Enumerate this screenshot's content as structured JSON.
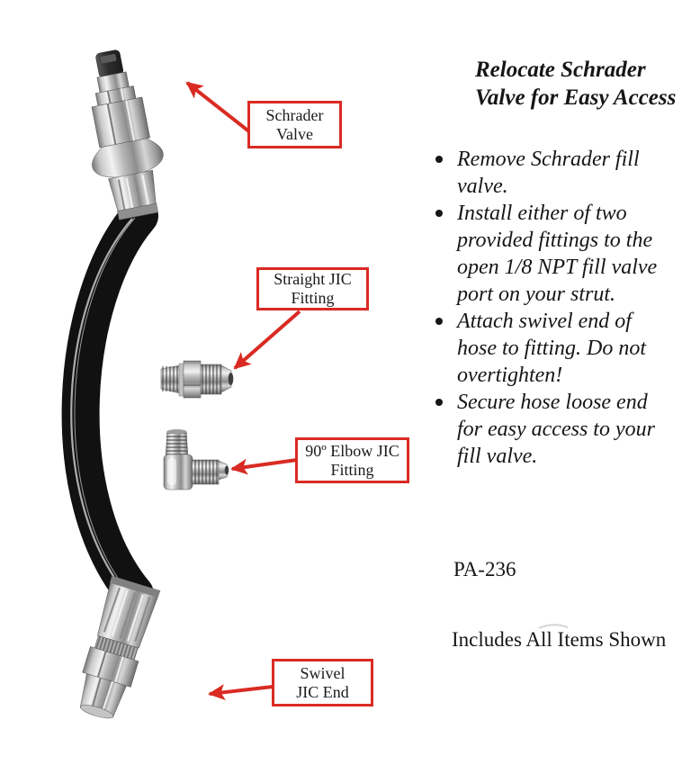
{
  "colors": {
    "accent_red": "#d92b23",
    "hose_black": "#111111",
    "metal_light": "#f2f2f2",
    "metal_dark": "#6b6b6b"
  },
  "callouts": {
    "schrader": {
      "text": "Schrader\nValve"
    },
    "straight": {
      "text": "Straight JIC\nFitting"
    },
    "elbow": {
      "text": "90º Elbow JIC\nFitting"
    },
    "swivel": {
      "text": "Swivel\nJIC End"
    }
  },
  "info_panel": {
    "title": "Relocate Schrader\nValve for Easy Access",
    "bullets": [
      {
        "text": "Remove Schrader fill\nvalve."
      },
      {
        "text": "Install either of two\nprovided fittings to the\nopen 1/8 NPT fill valve\nport on your strut."
      },
      {
        "text": "Attach swivel end of\nhose to fitting. Do not\novertighten!"
      },
      {
        "text": "Secure hose loose end\nfor easy access to your\nfill valve."
      }
    ],
    "part_number": "PA-236",
    "includes_note": "Includes All Items Shown"
  },
  "diagram": {
    "parts": [
      "schrader-valve-end",
      "hose",
      "straight-jic-fitting",
      "elbow-jic-fitting",
      "swivel-jic-end"
    ]
  }
}
